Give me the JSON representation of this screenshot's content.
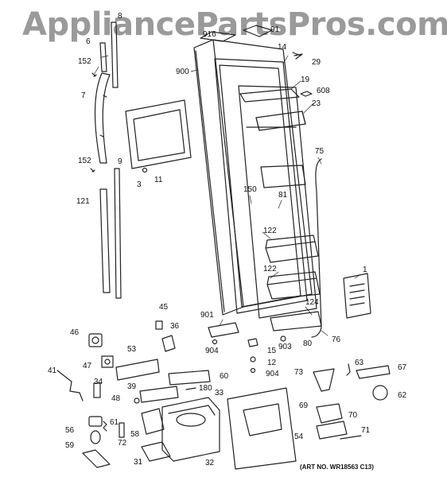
{
  "watermark": "AppliancePartsPros.com",
  "art_number": "(ART NO. WR18563 C13)",
  "callouts": {
    "c916": "916",
    "c917": "91",
    "c8": "8",
    "c6": "6",
    "c14": "14",
    "c29": "29",
    "c152a": "152",
    "c900": "900",
    "c19": "19",
    "c608": "608",
    "c7": "7",
    "c23": "23",
    "c75": "75",
    "c152b": "152",
    "c9": "9",
    "c3": "3",
    "c11": "11",
    "c150": "150",
    "c81": "81",
    "c121": "121",
    "c122a": "122",
    "c1": "1",
    "c122b": "122",
    "c124": "124",
    "c45": "45",
    "c901": "901",
    "c46": "46",
    "c36": "36",
    "c904a": "904",
    "c15": "15",
    "c903": "903",
    "c80": "80",
    "c76": "76",
    "c53": "53",
    "c12": "12",
    "c47": "47",
    "c904b": "904",
    "c73": "73",
    "c63": "63",
    "c67": "67",
    "c60": "60",
    "c41": "41",
    "c34": "34",
    "c39": "39",
    "c180": "180",
    "c33": "33",
    "c62": "62",
    "c48": "48",
    "c69": "69",
    "c70": "70",
    "c61": "61",
    "c56": "56",
    "c58": "58",
    "c72": "72",
    "c71": "71",
    "c54": "54",
    "c59": "59",
    "c31": "31",
    "c32": "32"
  }
}
